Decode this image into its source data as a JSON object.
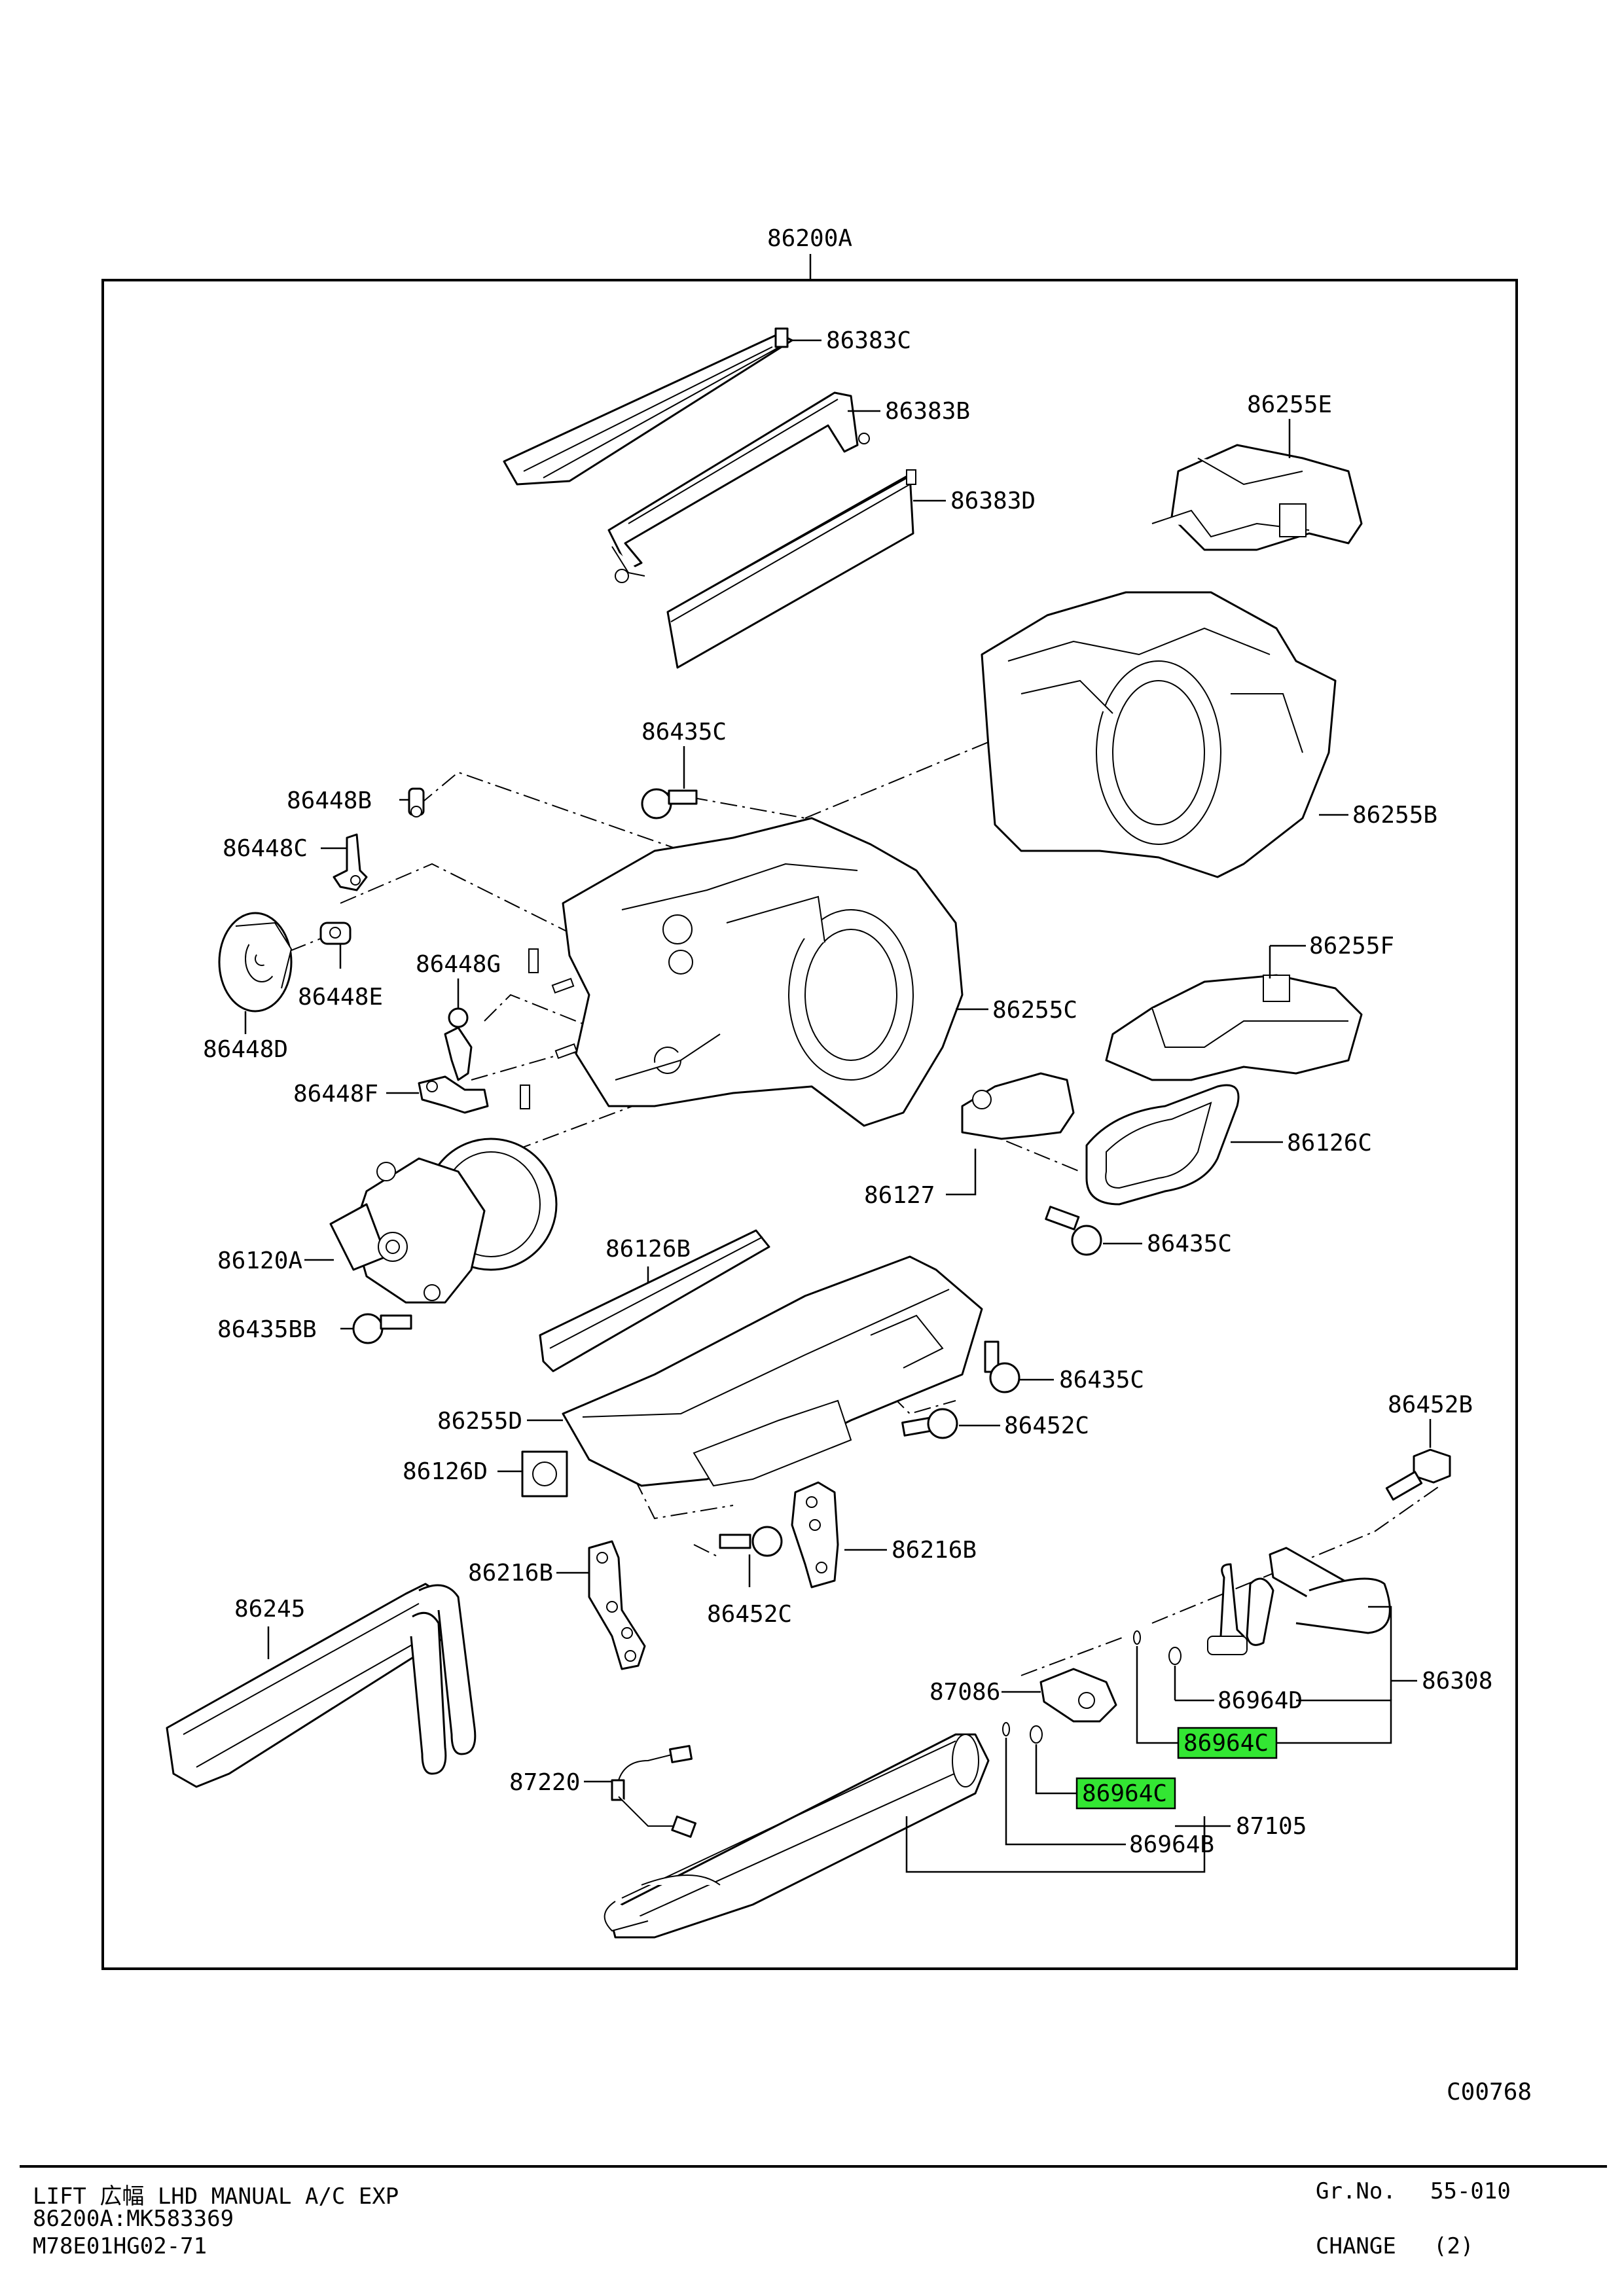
{
  "assembly_label": "86200A",
  "callouts": {
    "c86383C": "86383C",
    "c86383B": "86383B",
    "c86383D": "86383D",
    "c86255E": "86255E",
    "c86435C_top": "86435C",
    "c86255B": "86255B",
    "c86448B": "86448B",
    "c86448C": "86448C",
    "c86448G": "86448G",
    "c86448E": "86448E",
    "c86448D": "86448D",
    "c86448F": "86448F",
    "c86255F": "86255F",
    "c86255C": "86255C",
    "c86126C": "86126C",
    "c86127": "86127",
    "c86435C_mid": "86435C",
    "c86120A": "86120A",
    "c86126B": "86126B",
    "c86435BB": "86435BB",
    "c86435C_low": "86435C",
    "c86255D": "86255D",
    "c86452C_right": "86452C",
    "c86452B": "86452B",
    "c86126D": "86126D",
    "c86216B_right": "86216B",
    "c86216B_left": "86216B",
    "c86452C_bottom": "86452C",
    "c86245": "86245",
    "c87086": "87086",
    "c86964D": "86964D",
    "c86308": "86308",
    "c86964C_upper": "86964C",
    "c87220": "87220",
    "c86964C_lower": "86964C",
    "c86964B": "86964B",
    "c87105": "87105"
  },
  "highlight_color": "#33e633",
  "figure_code": "C00768",
  "footer": {
    "line1": "LIFT 広幅 LHD MANUAL A/C EXP",
    "line2": "86200A:MK583369",
    "line3": "M78E01HG02-71",
    "grno_label": "Gr.No.",
    "grno_value": "55-010",
    "change_label": "CHANGE",
    "change_value": "(2)"
  }
}
